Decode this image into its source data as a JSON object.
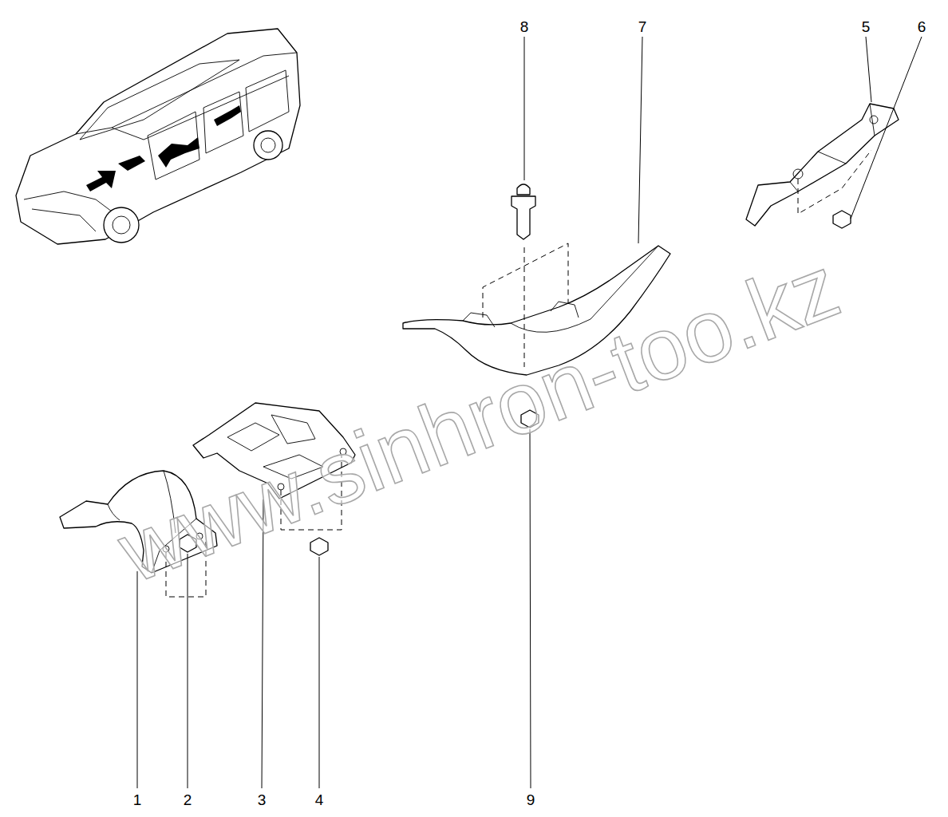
{
  "diagram": {
    "labels": [
      "8",
      "7",
      "5",
      "6",
      "www.sinhron-too.kz",
      "1",
      "2",
      "3",
      "4",
      "9"
    ]
  }
}
